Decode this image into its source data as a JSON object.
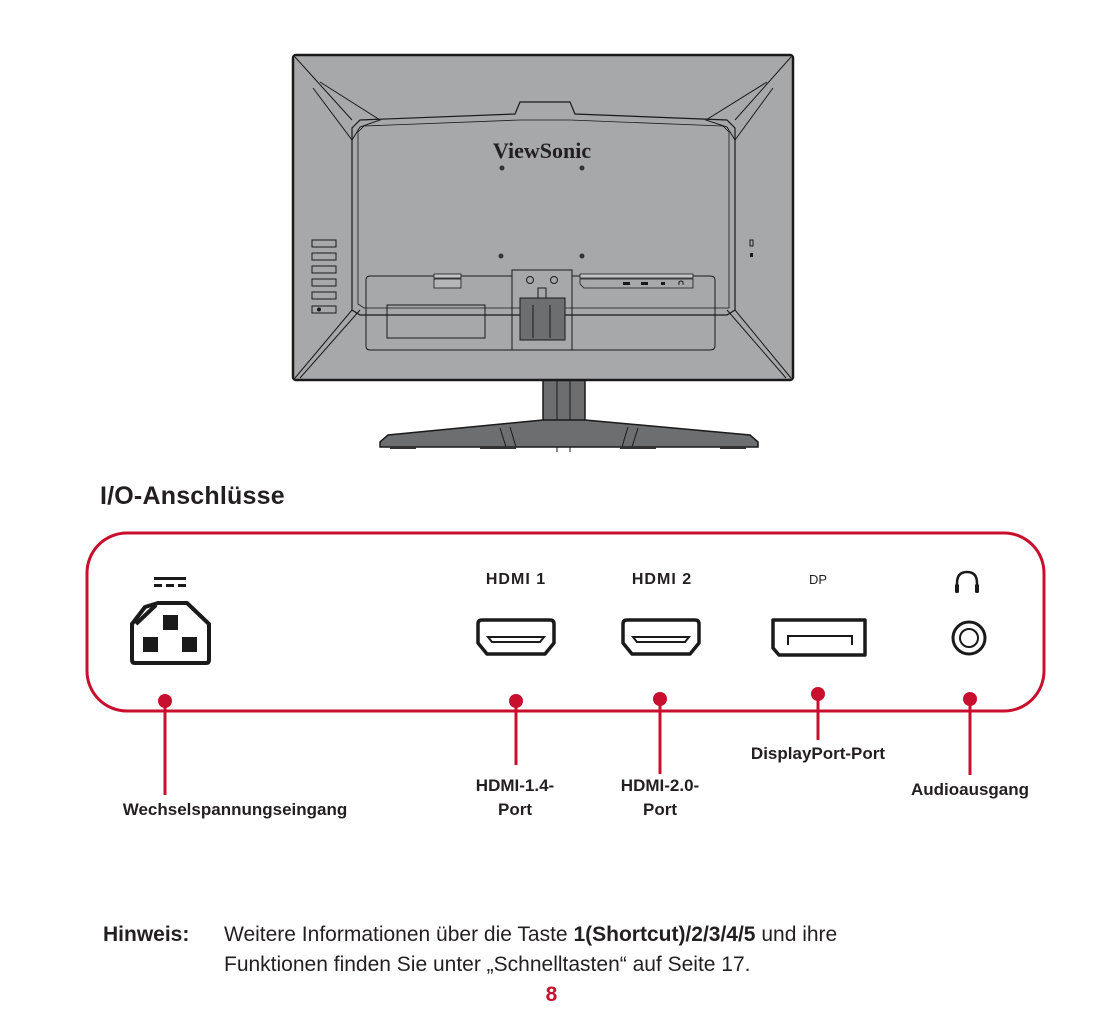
{
  "monitor": {
    "brand": "ViewSonic",
    "rear_labels": [
      "~",
      "HDMI",
      "HDMI",
      "DP",
      "headphone"
    ]
  },
  "section": {
    "title": "I/O-Anschlüsse"
  },
  "ports": [
    {
      "id": "ac-in",
      "top_label": "",
      "icon": "ac-power-inlet-icon",
      "caption_lines": [
        "Wechselspannungseingang"
      ]
    },
    {
      "id": "hdmi1",
      "top_label": "HDMI 1",
      "icon": "hdmi-port-icon",
      "caption_lines": [
        "HDMI-1.4-",
        "Port"
      ]
    },
    {
      "id": "hdmi2",
      "top_label": "HDMI 2",
      "icon": "hdmi-port-icon",
      "caption_lines": [
        "HDMI-2.0-",
        "Port"
      ]
    },
    {
      "id": "dp",
      "top_label": "DP",
      "icon": "displayport-icon",
      "caption_lines": [
        "DisplayPort-Port"
      ]
    },
    {
      "id": "audio",
      "top_label": "",
      "icon": "headphone-icon",
      "caption_lines": [
        "Audioausgang"
      ]
    }
  ],
  "note": {
    "keyword": "Hinweis:",
    "line1_pre": "Weitere Informationen über die Taste ",
    "line1_bold": "1(Shortcut)/2/3/4/5",
    "line1_post": " und ihre",
    "line2": "Funktionen finden Sie unter „Schnelltasten“ auf Seite 17."
  },
  "page_number": "8",
  "colors": {
    "accent": "#c8102e",
    "monitor_body": "#a7a8aa",
    "stand": "#6d6e70",
    "ink": "#231f20"
  }
}
